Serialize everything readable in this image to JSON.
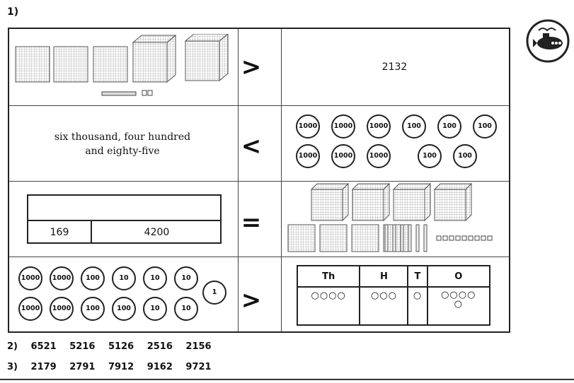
{
  "question_label": "1)",
  "row1": {
    "symbol": ">",
    "right_number": "2132"
  },
  "row2": {
    "symbol": "<",
    "words_line1": "six thousand, four hundred",
    "words_line2": "and eighty-five",
    "counters_top": [
      "1000",
      "1000",
      "1000",
      "100",
      "100",
      "100"
    ],
    "counters_bottom": [
      "1000",
      "1000",
      "1000",
      "100",
      "100"
    ]
  },
  "row3": {
    "symbol": "=",
    "bar_left": "169",
    "bar_right": "4200"
  },
  "row4": {
    "symbol": ">",
    "counters_top": [
      "1000",
      "1000",
      "100",
      "10",
      "10",
      "10"
    ],
    "counters_bottom": [
      "1000",
      "1000",
      "100",
      "100",
      "10",
      "10"
    ],
    "counter_single": "1",
    "table_headers": [
      "Th",
      "H",
      "T",
      "O"
    ],
    "table_cells": [
      "○○○○",
      "○○○",
      "○",
      "○○○○\n○"
    ]
  },
  "answer2": {
    "label": "2)",
    "values": [
      "6521",
      "5216",
      "5126",
      "2516",
      "2156"
    ]
  },
  "answer3": {
    "label": "3)",
    "values": [
      "2179",
      "2791",
      "7912",
      "9162",
      "9721"
    ]
  }
}
